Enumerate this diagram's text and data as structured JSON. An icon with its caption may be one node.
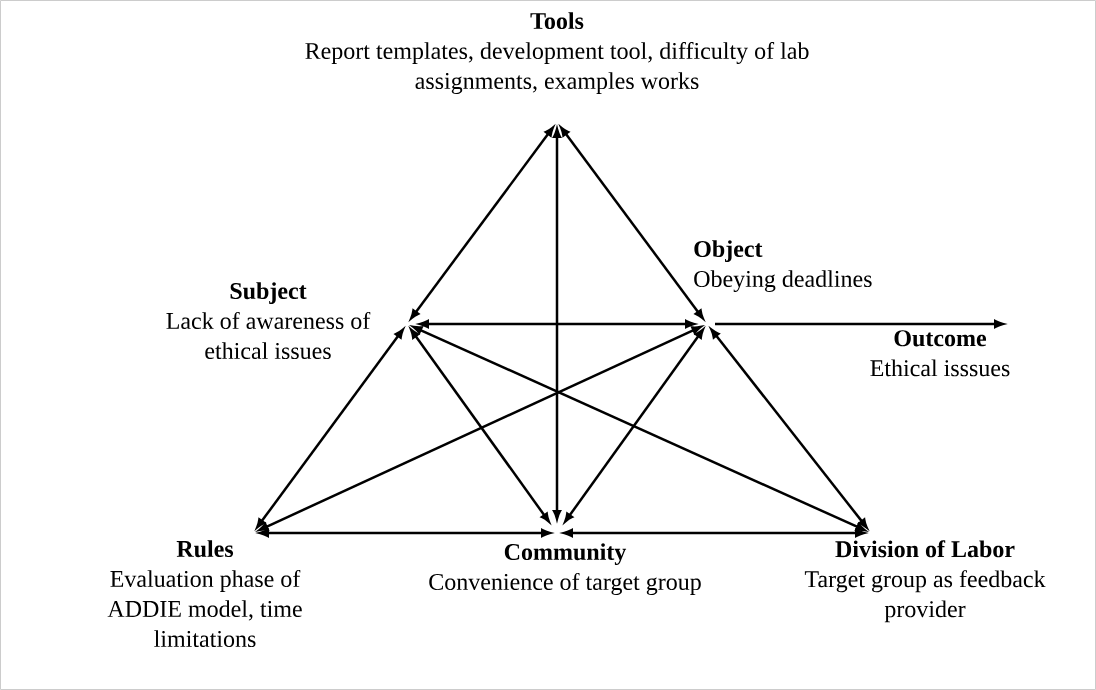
{
  "diagram": {
    "nodes": [
      {
        "text": [
          "Tools",
          "Report templates, development tool, difficulty of lab assignments, examples works"
        ]
      },
      {
        "text": [
          "Subject",
          "Lack of awareness of ethical issues"
        ]
      },
      {
        "text": [
          "Object",
          "Obeying deadlines"
        ]
      },
      {
        "text": [
          "Outcome",
          "Ethical isssues"
        ]
      },
      {
        "text": [
          "Rules",
          "Evaluation phase of ADDIE model, time limitations"
        ]
      },
      {
        "text": [
          "Community",
          "Convenience of target group"
        ]
      },
      {
        "text": [
          "Division of Labor",
          "Target group as feedback provider"
        ]
      }
    ],
    "edges": [
      {
        "from": 0,
        "to": 1,
        "arrow": "both"
      },
      {
        "from": 0,
        "to": 2,
        "arrow": "both"
      },
      {
        "from": 0,
        "to": 5,
        "arrow": "both"
      },
      {
        "from": 1,
        "to": 2,
        "arrow": "both"
      },
      {
        "from": 2,
        "to": 3,
        "arrow": "to"
      },
      {
        "from": 1,
        "to": 4,
        "arrow": "both"
      },
      {
        "from": 1,
        "to": 5,
        "arrow": "both"
      },
      {
        "from": 1,
        "to": 6,
        "arrow": "both"
      },
      {
        "from": 2,
        "to": 4,
        "arrow": "both"
      },
      {
        "from": 2,
        "to": 5,
        "arrow": "both"
      },
      {
        "from": 2,
        "to": 6,
        "arrow": "both"
      },
      {
        "from": 4,
        "to": 5,
        "arrow": "both"
      },
      {
        "from": 5,
        "to": 6,
        "arrow": "both"
      }
    ]
  }
}
